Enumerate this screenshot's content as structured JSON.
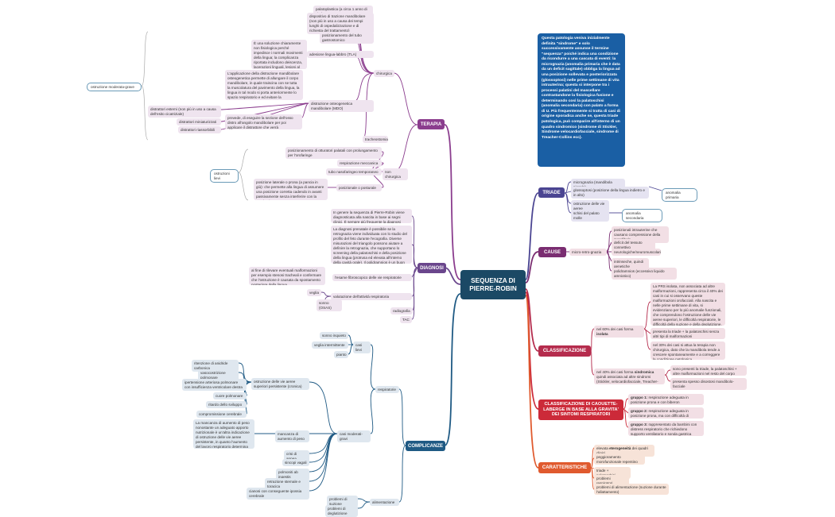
{
  "center": "SEQUENZA DI\nPIERRE-ROBIN",
  "note": "Questa patologia veniva inizialmente definita \"sindrome\" e solo successivamente assunse il termine \"sequenza\" poiché indica una condizione da ricondurre a una cascata di eventi: la micrognazia (anomalia primaria che è data da un deficit sagittale) obbliga la lingua ad una posizione sollevata e posteriorizzata (glossoptosi) nelle prime settimane di vita intrauterina; questa si interpone tra i processi palatini del mascellare contrastandone la fisiologica fusione e determinando così la palatoschisi (anomalia secondaria) con palato a forma di U. Più frequentemente si tratta di casi di origine sporadica anche se, questa triade patologica, può comparire all'interno di un quadro sindromico (sindrome di Stickler, Sindrome velocardiofacciale, sindrome di Treacher-Collins ecc).",
  "colors": {
    "terapia": "#8b3d8e",
    "diagnosi": "#6a468c",
    "complicanze": "#1f5a84",
    "triade": "#4b4592",
    "cause": "#7a2d71",
    "classificazione": "#b52c4d",
    "caouette": "#cc2a39",
    "caratteristiche": "#e05a2e"
  },
  "branches": {
    "terapia": "TERAPIA",
    "diagnosi": "DIAGNOSI",
    "complicanze": "COMPLICANZE",
    "triade": "TRIADE",
    "cause": "CAUSE",
    "classificazione": "CLASSIFICAZIONE",
    "caouette": "CLASSIFICAZIONE DI CAOUETTE-LABERGE IN BASE ALLA GRAVITA' DEI SINTOMI RESPIRATORI",
    "caratteristiche": "CARATTERISTICHE"
  },
  "terapia": {
    "chirurgica": "chirurgica",
    "palatoplastica": "palatoplastica (a circa 1 anno di vita)",
    "dispositivo": "dispositivo di trazione mandibolare (non più in uso a causa dei tempi lunghi di ospedalizzazione e di richiesta del trattamento)",
    "tubo": "posizionamento del tubo gastrostomico",
    "tlv_text": "È una soluzione chiaramente non fisiologica perché impedisce i normali movimenti della lingua; la complicanza riportata includono deiscenza, lacerazioni linguali, lesioni al dotto di Wharton e glossoptosi \"ad oggetto\" causata dall'impedimento del cibo e degli deglutition.",
    "tlv": "adesione lingua-labbro (TLA)",
    "mdo_text": "L'applicazione della distrazione mandibolare osteogenetica permette di allungare il corpo mandibolare, in quale traiscina con se tutta la muscolatura del pavimento della lingua, la lingua in tal modo si porta anteriormente lo spazio respiratorio e ed evitare la tracheotomia o ridurne al minimo i tempi di mantenimento.",
    "mdo": "distrazione osteogenetica mandibolare (MDO)",
    "mdo_text2": "prevede, di eseguire la sezione dell'osso distro all'angolo mandibolare per poi applicare il distrattore che verrà immediatamente attivato.",
    "trach": "tracheostomia",
    "dist1": "distrattori esterni (non più in uso a causa dell'esito cicatriziale)",
    "dist2": "distrattori miniaturizzati",
    "dist3": "distrattori riassorbibili",
    "moderata": "ostruzione moderata-grave",
    "non_chir": "non chirurgica",
    "nc1": "posizionamento di otturatori palatali con prolungamento per l'orofaringe",
    "nc2": "respirazione meccanica",
    "nc3": "tubo nasofaringeo temporaneo",
    "nc4_text": "posizione laterale o prona (a pancia in giù): che permette alla lingua di assumere una posizione corretta cadendo in avanti passivamente senza interferire con la respirazione.",
    "nc4": "posizionale o posturale",
    "lievi": "ostruzioni lievi"
  },
  "diagnosi": {
    "d1": "In genere la sequenza di Pierre-Robin viene diagnosticata alla nascita in base ai segni clinici. È sempre più frequente la diagnosi prenatale.",
    "d2": "La diagnosi prenatale è possibile se la retrognazia viene individuata con lo studio del profilo del feto durante l'ecografia. Diverse misurazioni del triangolo possono aiutare a definire la retrognazia, che supportano lo screening della palatoschisi e della posizione della lingua (protrusa ed elevata all'interno della cavità orale). Il polidramnios è un buon indicatore diagnostico.",
    "d3_text": "al fine di rilevare eventuali malformazioni per esempio stenosi tracheali e confermare che l'ostruzione è causata da spostamento posteriore della lingua",
    "d3": "l'esame fibroscopico delle vie respiratorie",
    "d4": "valutazione dell'attività respiratoria",
    "veglia": "veglia",
    "sonno": "sonno (OSAS)",
    "rad": "radiografia",
    "tac": "TAC"
  },
  "complicanze": {
    "resp": "respiratorie",
    "lievi": "casi lievi",
    "l1": "sonno inquieto",
    "l2": "veglia intermittente",
    "l3": "pianto",
    "moderati": "casi moderati-gravi",
    "ostr": "ostruzione delle vie aeree superiori persistente (cronica)",
    "o1": "ritenzione di anidride carbonica",
    "o2": "vasocostrizione polmonare",
    "o3": "ipertensione arteriosa polmonare con insufficienza ventricolare destra",
    "o4": "cuore polmonare",
    "o5": "ritardo dello sviluppo",
    "o6": "compromissione cerebrale",
    "sforzo_text": "La mancanza di aumento di peso nonostante un adeguato apporto nutrizionale è un'altra indicazione di ostruzione delle vie aeree persistente, in quanto l'aumento del lavoro respiratorio determina un aumento del consumo calorico",
    "sforzo": "mancanza di aumento di peso",
    "m1": "crisi di apnea",
    "m2": "sincopi vagali",
    "m3": "polmoniti ab ingestis",
    "m4": "retrazione sternale e toracica",
    "m5": "cianosi con conseguente ipossia cerebrale",
    "alim": "alimentazione",
    "a1": "problemi di suzione",
    "a2": "problemi di deglutizione"
  },
  "triade": {
    "t1": "micrognazia (mandibola piccola)",
    "t2": "glossoptosi (posizione della lingua indietro e in alto)",
    "t3": "ostruzione delle vie aeree",
    "t4": "schisi del palato molle",
    "primaria": "anomalia primaria",
    "secondaria": "anomalia secondaria"
  },
  "cause": {
    "root": "micro-retro-gnazia",
    "c1": "posizionali intrauterine che causano compressione della mandibola",
    "c2": "deficit del tessuto connettivo",
    "c3": "neurologiche/neuromuscolari",
    "c4": "intrinseche, quindi genetiche",
    "c5": "polidramnios (eccessivo liquido amniotico)"
  },
  "classificazione": {
    "isolata_pre": "nel 60% dei casi forma ",
    "isolata_b": "isolata",
    "isolata_text": "La PRS isolata, non associata ad altre malformazioni, rappresenta circa il 40% dei casi in cui si osservano queste malformazioni orofacciali. Alla nascita e nelle prime settimane di vita, si evidenziano per lo più anomalie funzionali, che comprendono l'ostruzione delle vie aeree superiori, le difficoltà respiratorie, le difficoltà della suzione e della deglutizione, il reflusso, la anomalia motoria dell'esofago e la sincope vagale.",
    "isolata_t2": "presenta la triade + la palatoschisi senza altri tipi di malformazioni",
    "isolata_t3": "nel 30% dei casi si attua la terapia non chirurgica, dato che la mandibola tende a crescere spontaneamente e a correggere la condizione patologica",
    "sindr_pre": "nel 40% dei casi forma ",
    "sindr_b": "sindromica",
    "sindr_post": " quindi associata ad altre sindromi (Stickler, velocardiofacciale, Treacher-Collins)",
    "s1": "sono presenti la triade, la palatoschisi + altre malformazioni nel resto del corpo",
    "s2": "presenta spesso disostosi mandibolo-facciale"
  },
  "caouette": {
    "g1b": "gruppo 1:",
    "g1": " respirazione adeguata in posizione prona e con biberon",
    "g2b": "gruppo 2:",
    "g2": " respirazione adeguata in posizione prona, ma con difficoltà di alimentazione",
    "g3b": "gruppo 3:",
    "g3": " rappresentato da bambini con distress respiratorio che richiedono supporto ventilatorio e sonda gastrica"
  },
  "caratteristiche": {
    "c1a": "elevata ",
    "c1b": "eterogeneità",
    "c1c": " dei quadri clinici",
    "c2": "peggioramento morofunzionale repentino perché diventano asfittici",
    "c3": "triade + palatoschisi",
    "c4": "problemi respiratori",
    "c5": "problemi di alimentazione (suzione durante l'allattamento)"
  }
}
